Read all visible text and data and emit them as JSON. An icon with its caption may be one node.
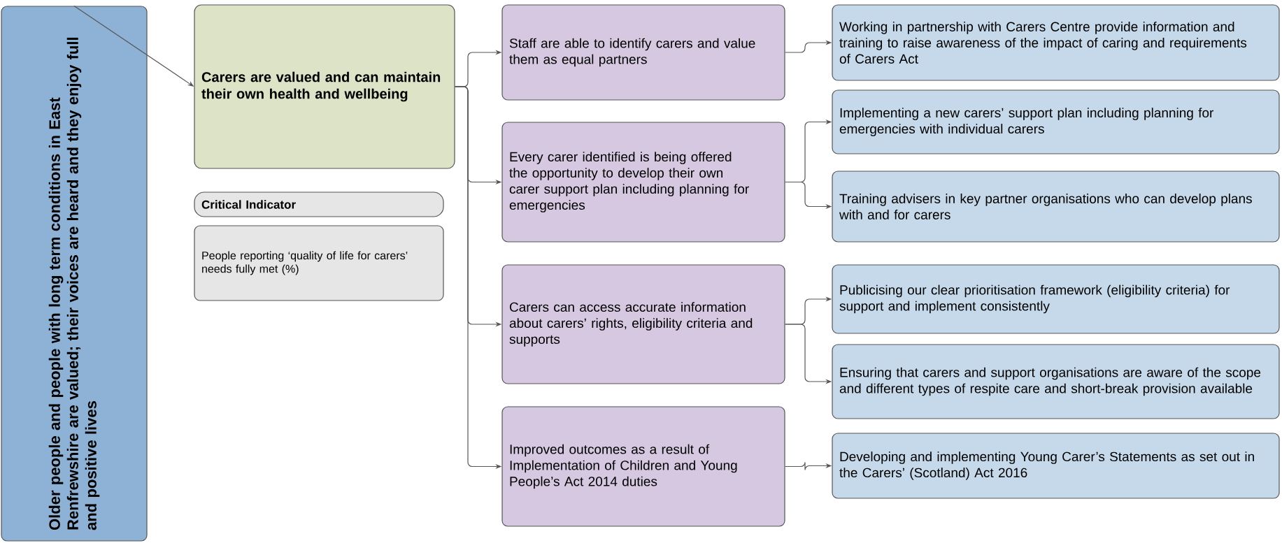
{
  "diagram": {
    "nodes": [
      {
        "text": [
          "Older people and people with long term conditions in East Renfrewshire are valued; their voices are heard and they enjoy full and positive lives"
        ]
      },
      {
        "text": [
          "Carers are valued and can maintain their own health and wellbeing"
        ]
      },
      {
        "text": [
          "Critical Indicator"
        ]
      },
      {
        "text": [
          "People reporting ‘quality of life for carers’ needs fully met (%)"
        ]
      },
      {
        "text": [
          "Staff are able to identify carers and value them as equal partners"
        ]
      },
      {
        "text": [
          "Every carer identified is being offered the opportunity to develop their own carer support plan including planning for emergencies"
        ]
      },
      {
        "text": [
          "Carers can access accurate information about carers’ rights, eligibility criteria and supports"
        ]
      },
      {
        "text": [
          "Improved outcomes as a result of Implementation of Children and Young People’s Act 2014 duties"
        ]
      },
      {
        "text": [
          "Working in partnership with Carers Centre provide information and training to raise awareness of the impact of caring and requirements of Carers Act"
        ]
      },
      {
        "text": [
          "Implementing a new carers’ support plan including planning for emergencies with individual carers"
        ]
      },
      {
        "text": [
          "Training advisers in key partner organisations who can develop plans with and for carers"
        ]
      },
      {
        "text": [
          "Publicising our clear prioritisation framework (eligibility criteria) for support and implement consistently"
        ]
      },
      {
        "text": [
          "Ensuring that carers and support organisations are aware of the scope and different types of respite care and short-break provision available"
        ]
      },
      {
        "text": [
          "Developing and implementing Young Carer’s Statements as set out in the Carers’ (Scotland) Act 2016"
        ]
      }
    ],
    "edges": [
      {
        "from": 0,
        "to": 1,
        "arrow": "to"
      },
      {
        "from": 1,
        "to": 4,
        "arrow": "to"
      },
      {
        "from": 1,
        "to": 5,
        "arrow": "to"
      },
      {
        "from": 1,
        "to": 6,
        "arrow": "to"
      },
      {
        "from": 1,
        "to": 7,
        "arrow": "to"
      },
      {
        "from": 4,
        "to": 8,
        "arrow": "to"
      },
      {
        "from": 5,
        "to": 9,
        "arrow": "to"
      },
      {
        "from": 5,
        "to": 10,
        "arrow": "to"
      },
      {
        "from": 6,
        "to": 11,
        "arrow": "to"
      },
      {
        "from": 6,
        "to": 12,
        "arrow": "to"
      },
      {
        "from": 7,
        "to": 13,
        "arrow": "to"
      }
    ]
  }
}
